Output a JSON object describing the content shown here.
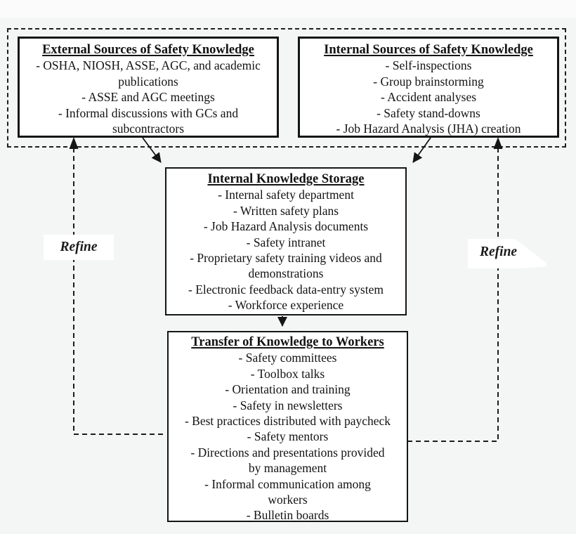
{
  "canvas": {
    "background": "#f4f5f5",
    "box_fill": "#ffffff",
    "line_color": "#1a1a1a"
  },
  "boxes": {
    "external": {
      "title": "External Sources of Safety Knowledge",
      "items": [
        "- OSHA, NIOSH, ASSE, AGC, and academic\npublications",
        "- ASSE and AGC meetings",
        "- Informal discussions with GCs and\nsubcontractors"
      ]
    },
    "internal": {
      "title": "Internal Sources of Safety Knowledge",
      "items": [
        "- Self-inspections",
        "- Group brainstorming",
        "- Accident analyses",
        "- Safety stand-downs",
        "- Job Hazard Analysis (JHA) creation"
      ]
    },
    "storage": {
      "title": "Internal Knowledge Storage",
      "items": [
        "- Internal safety department",
        "- Written safety plans",
        "- Job Hazard Analysis documents",
        "- Safety intranet",
        "- Proprietary safety training videos and\ndemonstrations",
        "- Electronic feedback data-entry system",
        "- Workforce experience"
      ]
    },
    "transfer": {
      "title": "Transfer of Knowledge to Workers",
      "items": [
        "- Safety committees",
        "- Toolbox talks",
        "- Orientation and training",
        "- Safety in newsletters",
        "- Best practices distributed with paycheck",
        "- Safety mentors",
        "- Directions and presentations provided\nby management",
        "- Informal communication among\nworkers",
        "- Bulletin boards"
      ]
    }
  },
  "labels": {
    "refine_left": "Refine",
    "refine_right": "Refine"
  }
}
